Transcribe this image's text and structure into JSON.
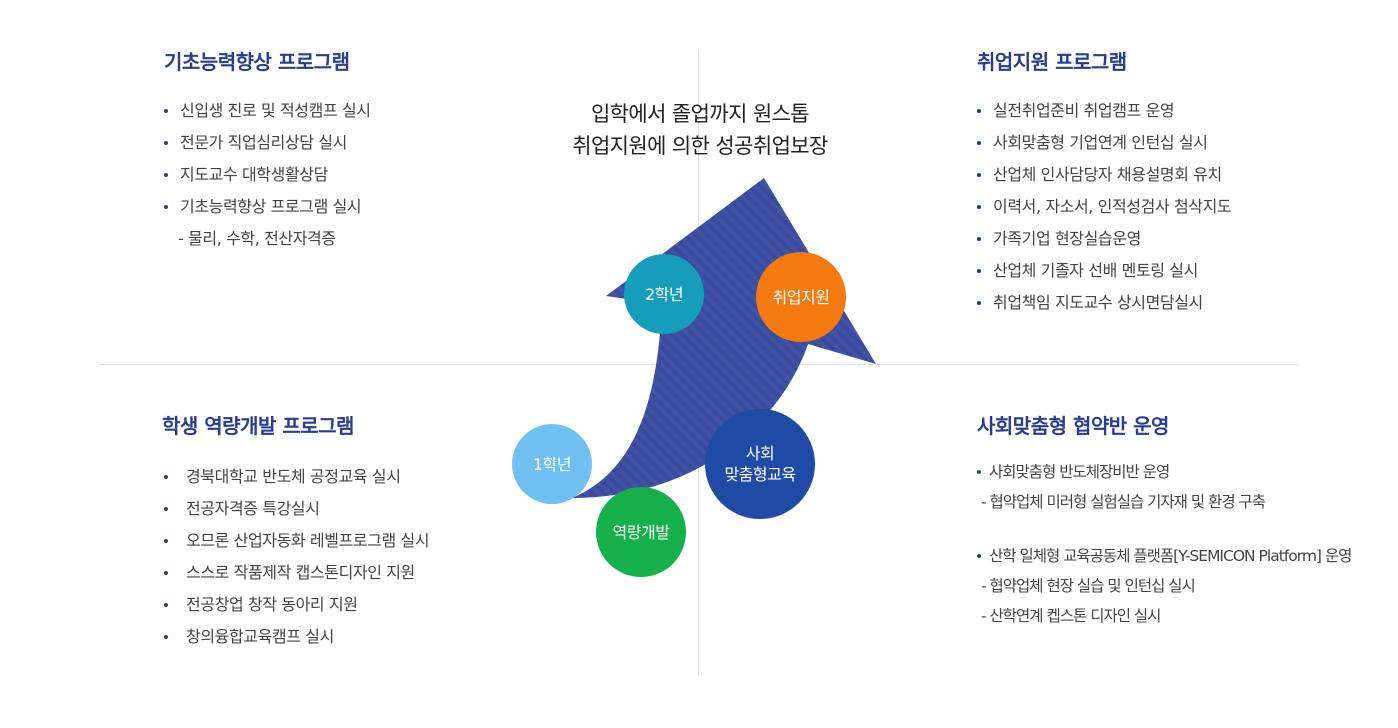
{
  "center": {
    "title_line1": "입학에서 졸업까지 원스톱",
    "title_line2": "취업지원에 의한 성공취업보장"
  },
  "top_left": {
    "title": "기초능력향상 프로그램",
    "items": [
      {
        "text": "신입생 진로 및 적성캠프 실시"
      },
      {
        "text": "전문가 직업심리상담 실시"
      },
      {
        "text": "지도교수 대학생활상담"
      },
      {
        "text": "기초능력향상 프로그램 실시"
      },
      {
        "text": "- 물리, 수학, 전산자격증"
      }
    ]
  },
  "top_right": {
    "title": "취업지원 프로그램",
    "items": [
      {
        "text": "실전취업준비 취업캠프 운영"
      },
      {
        "text": "사회맞춤형 기업연계 인턴십 실시"
      },
      {
        "text": "산업체 인사담당자 채용설명회 유치"
      },
      {
        "text": "이력서, 자소서, 인적성검사 첨삭지도"
      },
      {
        "text": "가족기업 현장실습운영"
      },
      {
        "text": "산업체 기졸자 선배 멘토링 실시"
      },
      {
        "text": "취업책임 지도교수 상시면담실시"
      }
    ]
  },
  "bottom_left": {
    "title": "학생 역량개발 프로그램",
    "items": [
      {
        "text": "경북대학교 반도체 공정교육 실시"
      },
      {
        "text": "전공자격증 특강실시"
      },
      {
        "text": "오므론 산업자동화 레벨프로그램 실시"
      },
      {
        "text": "스스로 작품제작 캡스톤디자인 지원"
      },
      {
        "text": "전공창업 창작 동아리 지원"
      },
      {
        "text": "창의융합교육캠프 실시"
      }
    ]
  },
  "bottom_right": {
    "title": "사회맞춤형 협약반 운영",
    "items": [
      {
        "text": "사회맞춤형 반도체장비반 운영"
      },
      {
        "text": "- 협약업체 미러형 실험실습 기자재 및 환경 구축"
      },
      {
        "text": "산학 일체형 교육공동체 플랫폼[Y-SEMICON Platform] 운영"
      },
      {
        "text": "- 협약업체 현장 실습 및 인턴십 실시"
      },
      {
        "text": "- 산학연계 켑스톤 디자인 실시"
      }
    ]
  },
  "circles": {
    "grade1": "1학년",
    "grade2": "2학년",
    "capacity": "역량개발",
    "employment": "취업지원",
    "social": "사회\n맞춤형교육"
  },
  "colors": {
    "heading": "#283c91",
    "arrow": "#3a4a9c",
    "grade1": "#6fc0f0",
    "grade2": "#169dbb",
    "capacity": "#15b04a",
    "employment": "#f47a10",
    "social": "#1f4aa6"
  }
}
